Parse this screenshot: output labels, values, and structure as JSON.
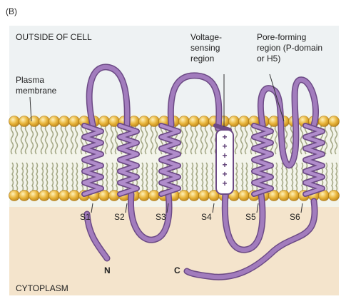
{
  "figure": {
    "panel_label": "(B)",
    "outside_label": "OUTSIDE OF CELL",
    "cytoplasm_label": "CYTOPLASM",
    "membrane_label_line1": "Plasma",
    "membrane_label_line2": "membrane",
    "voltage_label": [
      "Voltage-",
      "sensing",
      "region"
    ],
    "pore_label": [
      "Pore-forming",
      "region (P-domain",
      "or H5)"
    ],
    "segments": [
      "S1",
      "S2",
      "S3",
      "S4",
      "S5",
      "S6"
    ],
    "n_terminus": "N",
    "c_terminus": "C",
    "charges": [
      "+",
      "+",
      "+",
      "+",
      "+",
      "+"
    ]
  },
  "colors": {
    "outside_bg": "#eef2f3",
    "cytoplasm_bg": "#f4e4cc",
    "lipid_head": "#e8b43a",
    "lipid_tail": "#a4a886",
    "membrane_core": "#d9dcc4",
    "protein": "#9e72b8",
    "protein_edge": "#6c4a85"
  }
}
